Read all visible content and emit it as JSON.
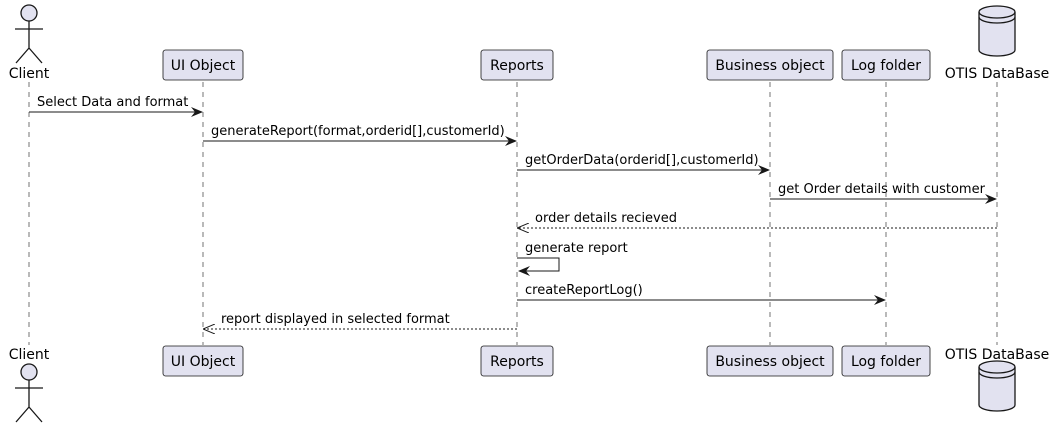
{
  "participants": [
    {
      "id": "client",
      "label": "Client",
      "kind": "actor"
    },
    {
      "id": "ui",
      "label": "UI Object",
      "kind": "participant"
    },
    {
      "id": "reports",
      "label": "Reports",
      "kind": "participant"
    },
    {
      "id": "business",
      "label": "Business object",
      "kind": "participant"
    },
    {
      "id": "log",
      "label": "Log folder",
      "kind": "participant"
    },
    {
      "id": "otis",
      "label": "OTIS DataBase",
      "kind": "database"
    }
  ],
  "messages": [
    {
      "from": "client",
      "to": "ui",
      "label": "Select Data and format",
      "style": "sync"
    },
    {
      "from": "ui",
      "to": "reports",
      "label": "generateReport(format,orderid[],customerId)",
      "style": "sync"
    },
    {
      "from": "reports",
      "to": "business",
      "label": "getOrderData(orderid[],customerId)",
      "style": "sync"
    },
    {
      "from": "business",
      "to": "otis",
      "label": "get Order details with customer",
      "style": "sync"
    },
    {
      "from": "otis",
      "to": "reports",
      "label": "order details recieved",
      "style": "return"
    },
    {
      "from": "reports",
      "to": "reports",
      "label": "generate report",
      "style": "self"
    },
    {
      "from": "reports",
      "to": "log",
      "label": "createReportLog()",
      "style": "sync"
    },
    {
      "from": "reports",
      "to": "ui",
      "label": "report displayed in selected format",
      "style": "return"
    }
  ],
  "colors": {
    "participant_fill": "#e2e2f0",
    "participant_border": "#181818",
    "lifeline": "#181818",
    "arrow": "#181818"
  }
}
